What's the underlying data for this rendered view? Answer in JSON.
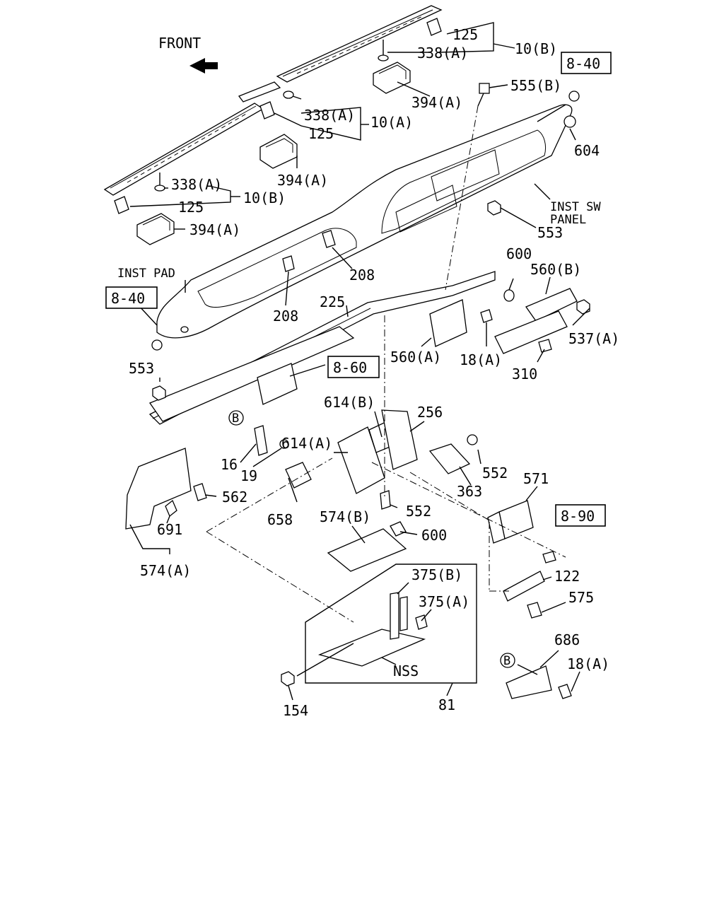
{
  "labels": {
    "front": "FRONT",
    "inst_pad": "INST PAD",
    "inst_sw": "INST SW",
    "panel": "PANEL",
    "nss": "NSS",
    "ref_8_40_top": "8-40",
    "ref_8_40_left": "8-40",
    "ref_8_60": "8-60",
    "ref_8_90": "8-90",
    "p125_a": "125",
    "p338a_top": "338(A)",
    "p10b_top": "10(B)",
    "p555b": "555(B)",
    "p394a_top": "394(A)",
    "p338a_mid": "338(A)",
    "p10a": "10(A)",
    "p125_b": "125",
    "p604": "604",
    "p394a_mid": "394(A)",
    "p338a_low": "338(A)",
    "p10b_low": "10(B)",
    "p125_c": "125",
    "p394a_low": "394(A)",
    "p553_right": "553",
    "p208_right": "208",
    "p600_right": "600",
    "p560b": "560(B)",
    "p208_left": "208",
    "p225": "225",
    "p537a": "537(A)",
    "p560a": "560(A)",
    "p18a_mid": "18(A)",
    "p310": "310",
    "p553_left": "553",
    "p614b": "614(B)",
    "p256": "256",
    "p614a": "614(A)",
    "p16": "16",
    "p19": "19",
    "p552_right": "552",
    "p571": "571",
    "p363": "363",
    "p562": "562",
    "p552_mid": "552",
    "p658": "658",
    "p574b": "574(B)",
    "p600_low": "600",
    "p691": "691",
    "p574a": "574(A)",
    "p375b": "375(B)",
    "p122": "122",
    "p375a": "375(A)",
    "p575": "575",
    "p686": "686",
    "p18a_low": "18(A)",
    "p154": "154",
    "p81": "81",
    "circle_b": "B"
  }
}
